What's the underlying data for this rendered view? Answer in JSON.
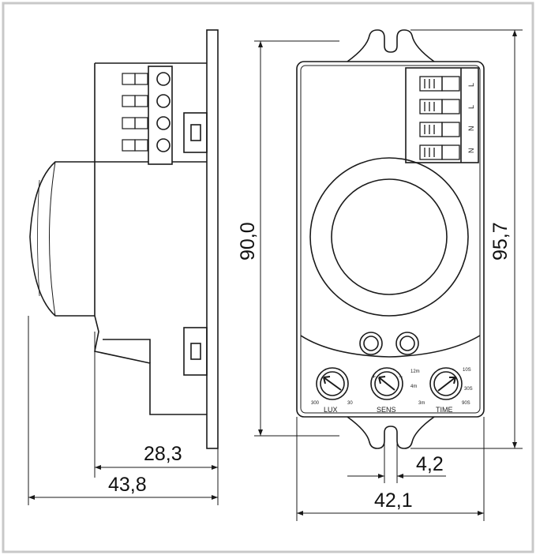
{
  "dimensions": {
    "side_depth": "28,3",
    "side_total": "43,8",
    "front_height": "90,0",
    "front_total_height": "95,7",
    "front_width": "42,1",
    "slot_width": "4,2"
  },
  "front": {
    "knobs": [
      {
        "label": "LUX",
        "min": "300",
        "max": "30"
      },
      {
        "label": "SENS",
        "min": "",
        "max": ""
      },
      {
        "label": "TIME",
        "min": "3m",
        "max": "90S"
      }
    ],
    "terminals": [
      "N",
      "N",
      "L",
      "L"
    ],
    "sens_marks": {
      "top": "12m",
      "bottom": "4m"
    },
    "time_marks": {
      "top": "10S",
      "right": "30S",
      "bottom_right": "90S",
      "bottom_left": "3m"
    }
  }
}
